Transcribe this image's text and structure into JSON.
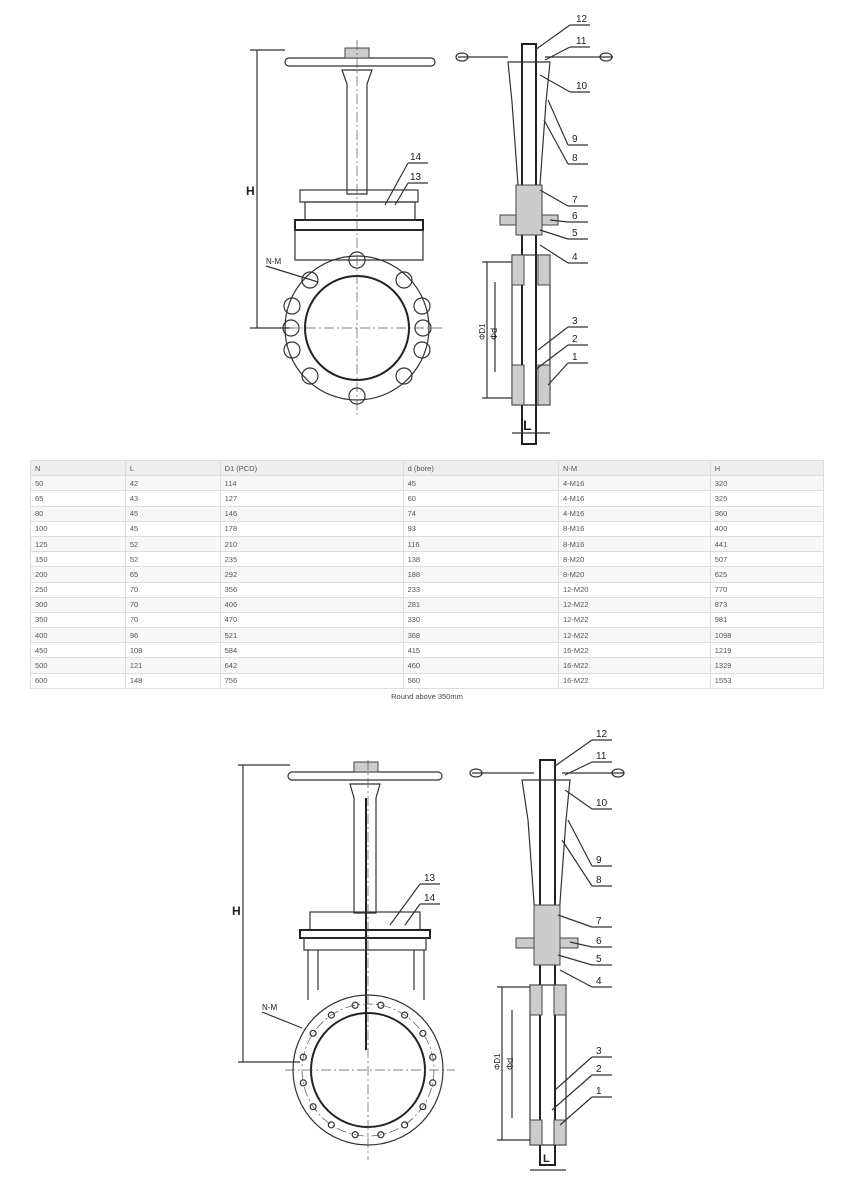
{
  "drawing_top": {
    "dim_h": "H",
    "dim_l": "L",
    "dim_nm": "N-M",
    "dim_d1": "ΦD1",
    "dim_d": "Φd",
    "parts": [
      "1",
      "2",
      "3",
      "4",
      "5",
      "6",
      "7",
      "8",
      "9",
      "10",
      "11",
      "12",
      "13",
      "14"
    ]
  },
  "drawing_bottom": {
    "dim_h": "H",
    "dim_l": "L",
    "dim_nm": "N-M",
    "dim_d1": "ΦD1",
    "dim_d": "Φd",
    "parts": [
      "1",
      "2",
      "3",
      "4",
      "5",
      "6",
      "7",
      "8",
      "9",
      "10",
      "11",
      "12",
      "13",
      "14"
    ]
  },
  "table": {
    "headers": [
      "N",
      "L",
      "D1 (PCD)",
      "d (bore)",
      "N-M",
      "H"
    ],
    "rows": [
      [
        "50",
        "42",
        "114",
        "45",
        "4-M16",
        "320"
      ],
      [
        "65",
        "43",
        "127",
        "60",
        "4-M16",
        "325"
      ],
      [
        "80",
        "45",
        "146",
        "74",
        "4-M16",
        "360"
      ],
      [
        "100",
        "45",
        "178",
        "93",
        "8-M16",
        "400"
      ],
      [
        "125",
        "52",
        "210",
        "116",
        "8-M16",
        "441"
      ],
      [
        "150",
        "52",
        "235",
        "138",
        "8-M20",
        "507"
      ],
      [
        "200",
        "65",
        "292",
        "188",
        "8-M20",
        "625"
      ],
      [
        "250",
        "70",
        "356",
        "233",
        "12-M20",
        "770"
      ],
      [
        "300",
        "70",
        "406",
        "281",
        "12-M22",
        "873"
      ],
      [
        "350",
        "70",
        "470",
        "330",
        "12-M22",
        "981"
      ],
      [
        "400",
        "96",
        "521",
        "368",
        "12-M22",
        "1098"
      ],
      [
        "450",
        "108",
        "584",
        "415",
        "16-M22",
        "1219"
      ],
      [
        "500",
        "121",
        "642",
        "460",
        "16-M22",
        "1329"
      ],
      [
        "600",
        "148",
        "756",
        "560",
        "16-M22",
        "1553"
      ]
    ],
    "caption": "Round above 350mm"
  }
}
